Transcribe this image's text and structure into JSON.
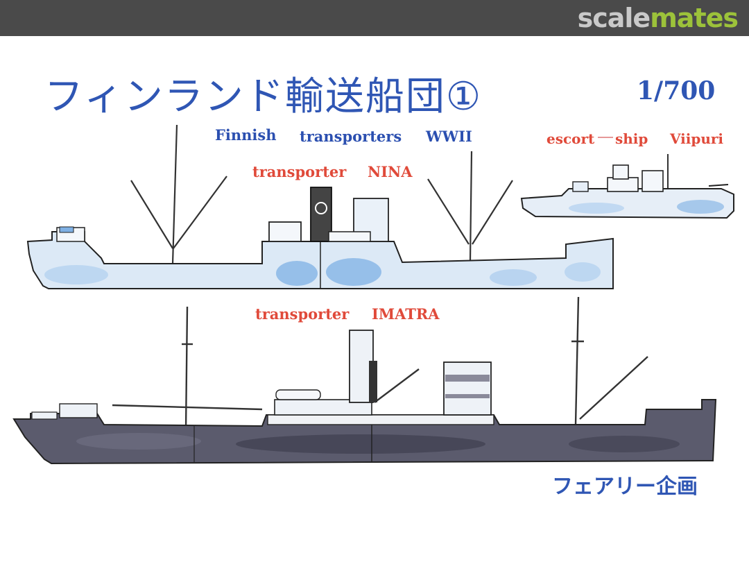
{
  "brand": {
    "part1": "scale",
    "part2": "mates"
  },
  "title_jp": "フィンランド輸送船団①",
  "scale": "1/700",
  "subtitle": {
    "w1": "Finnish",
    "w2": "transporters",
    "w3": "WWII"
  },
  "escort": {
    "w1": "escort",
    "w2": "ship",
    "w3": "Viipuri"
  },
  "nina": {
    "w1": "transporter",
    "w2": "NINA"
  },
  "imatra": {
    "w1": "transporter",
    "w2": "IMATRA"
  },
  "maker": "フェアリー企画",
  "colors": {
    "topbar": "#4a4a4a",
    "brand_gray": "#c9c9c9",
    "brand_green": "#9cc23a",
    "title_blue": "#2f56b4",
    "label_red": "#e04a3a",
    "hull_light": "#cfe2f5",
    "hull_dark": "#55556a"
  }
}
